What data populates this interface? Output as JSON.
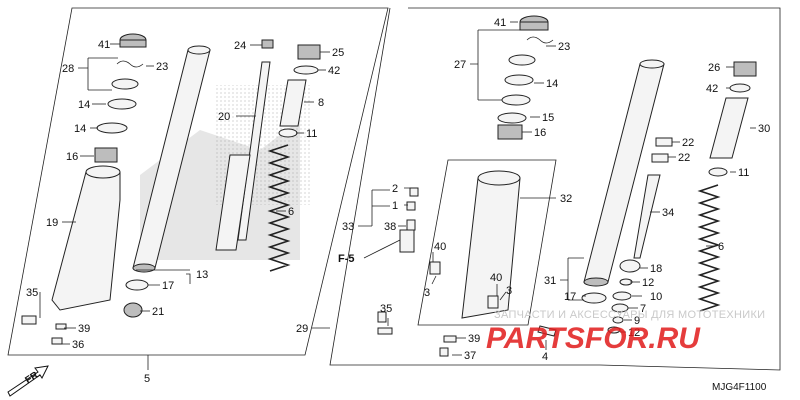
{
  "diagram": {
    "code": "MJG4F1100",
    "front_arrow": "FR.",
    "ref_label": "F-5",
    "watermark_top": "ЗАПЧАСТИ И АКСЕССУАРЫ ДЛЯ МОТОТЕХНИКИ",
    "watermark_brand": "PARTSFOR.RU",
    "colors": {
      "lines": "#222222",
      "watermark": "#e11b1b",
      "brand_bg": "#c8c8c8"
    },
    "callouts": {
      "l41": "41",
      "l28": "28",
      "l23": "23",
      "l14a": "14",
      "l14b": "14",
      "l16": "16",
      "l19": "19",
      "l35": "35",
      "l39": "39",
      "l36": "36",
      "l5": "5",
      "l13": "13",
      "l17": "17",
      "l21": "21",
      "l24": "24",
      "l25": "25",
      "l42": "42",
      "l20": "20",
      "l8": "8",
      "l11": "11",
      "l6": "6",
      "m41": "41",
      "m23": "23",
      "m27": "27",
      "m14": "14",
      "m15": "15",
      "m16": "16",
      "m32": "32",
      "m2": "2",
      "m1": "1",
      "m33": "33",
      "m38": "38",
      "m40a": "40",
      "m3a": "3",
      "m40b": "40",
      "m3b": "3",
      "m35": "35",
      "m29": "29",
      "m39": "39",
      "m37": "37",
      "m4": "4",
      "r26": "26",
      "r42": "42",
      "r30": "30",
      "r22a": "22",
      "r22b": "22",
      "r11": "11",
      "r34": "34",
      "r31": "31",
      "r18": "18",
      "r12a": "12",
      "r10": "10",
      "r17": "17",
      "r7": "7",
      "r9": "9",
      "r12b": "12",
      "r6": "6"
    }
  }
}
